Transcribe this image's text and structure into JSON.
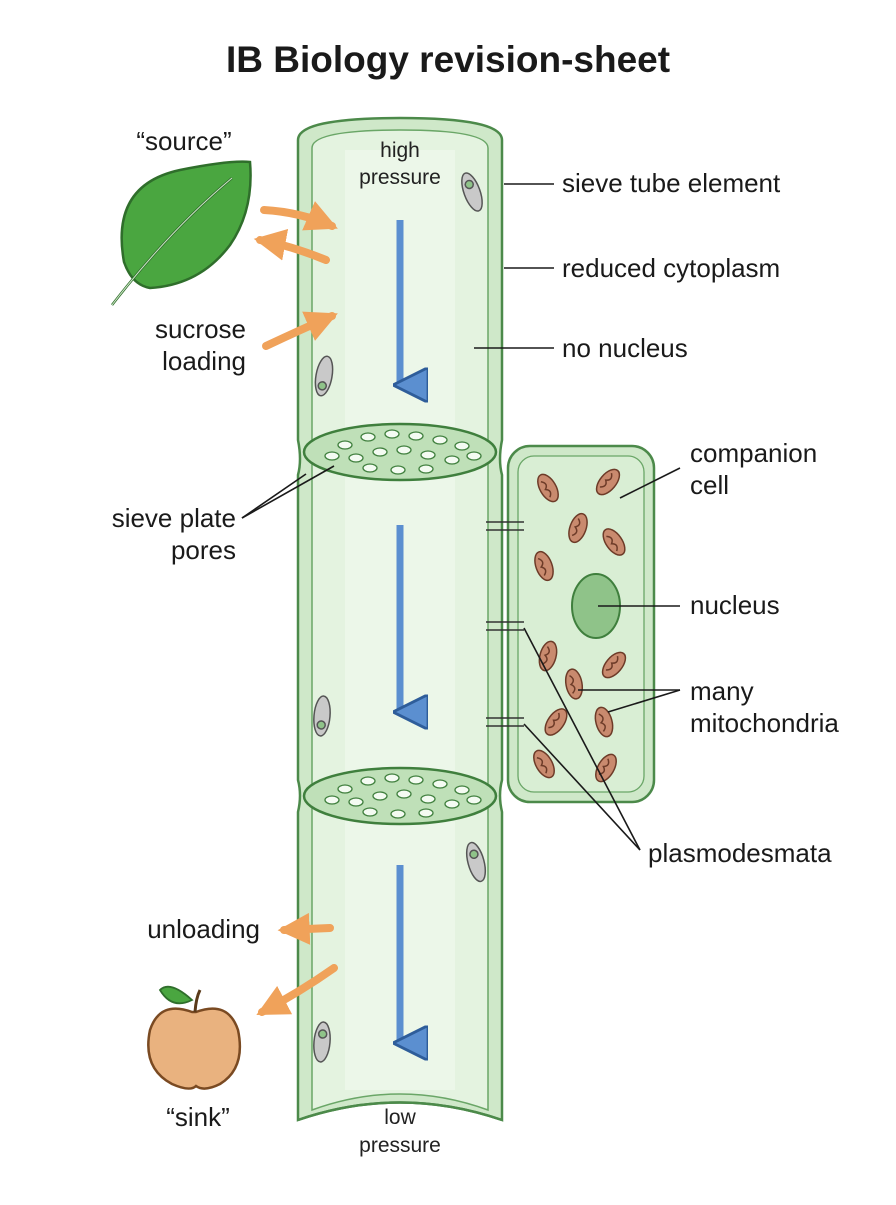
{
  "title": "IB Biology revision-sheet",
  "labels": {
    "source": "“source”",
    "sink": "“sink”",
    "high_pressure_1": "high",
    "high_pressure_2": "pressure",
    "low_pressure_1": "low",
    "low_pressure_2": "pressure",
    "sucrose_loading_1": "sucrose",
    "sucrose_loading_2": "loading",
    "unloading": "unloading",
    "sieve_plate_1": "sieve plate",
    "sieve_plate_2": "pores",
    "sieve_tube_element": "sieve tube element",
    "reduced_cytoplasm": "reduced cytoplasm",
    "no_nucleus": "no nucleus",
    "companion_cell_1": "companion",
    "companion_cell_2": "cell",
    "nucleus": "nucleus",
    "many_mitochondria_1": "many",
    "many_mitochondria_2": "mitochondria",
    "plasmodesmata": "plasmodesmata"
  },
  "colors": {
    "tube_fill": "#cfe8c9",
    "tube_inner": "#e4f3e0",
    "tube_stroke": "#4c8a4a",
    "flow_arrow": "#5b8fd0",
    "sucrose_arrow": "#f0a25a",
    "leaf": "#4aa640",
    "fruit": "#e9b27f",
    "mitochondria": "#c98a6e",
    "nucleus_fill": "#8fc389"
  }
}
